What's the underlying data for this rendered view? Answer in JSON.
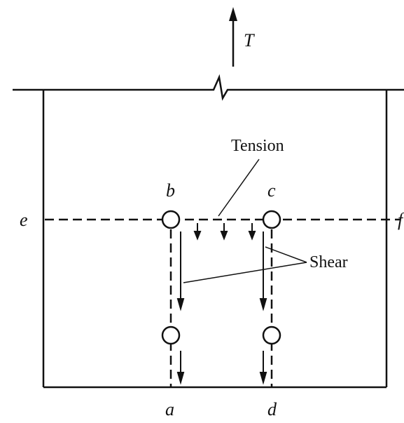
{
  "labels": {
    "force": "T",
    "tension": "Tension",
    "shear": "Shear",
    "b": "b",
    "c": "c",
    "e": "e",
    "f": "f",
    "a": "a",
    "d": "d"
  },
  "colors": {
    "ink": "#111111",
    "background": "#ffffff"
  }
}
